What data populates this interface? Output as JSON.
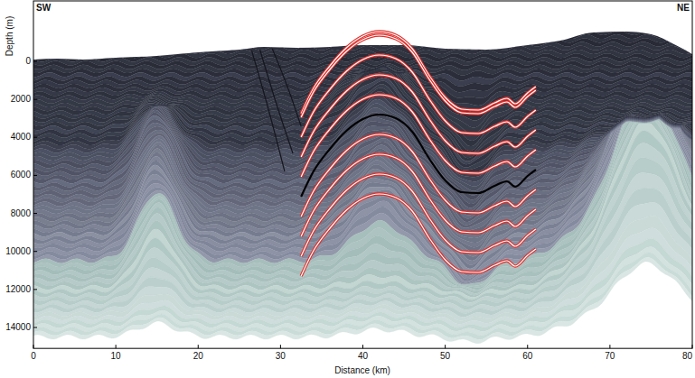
{
  "diagram": {
    "labels": [
      "SW",
      "NE",
      "Depth (m)",
      "0",
      "2000",
      "4000",
      "6000",
      "8000",
      "10000",
      "12000",
      "14000",
      "0",
      "10",
      "20",
      "30",
      "40",
      "50",
      "60",
      "70",
      "80",
      "Distance (km)"
    ]
  }
}
